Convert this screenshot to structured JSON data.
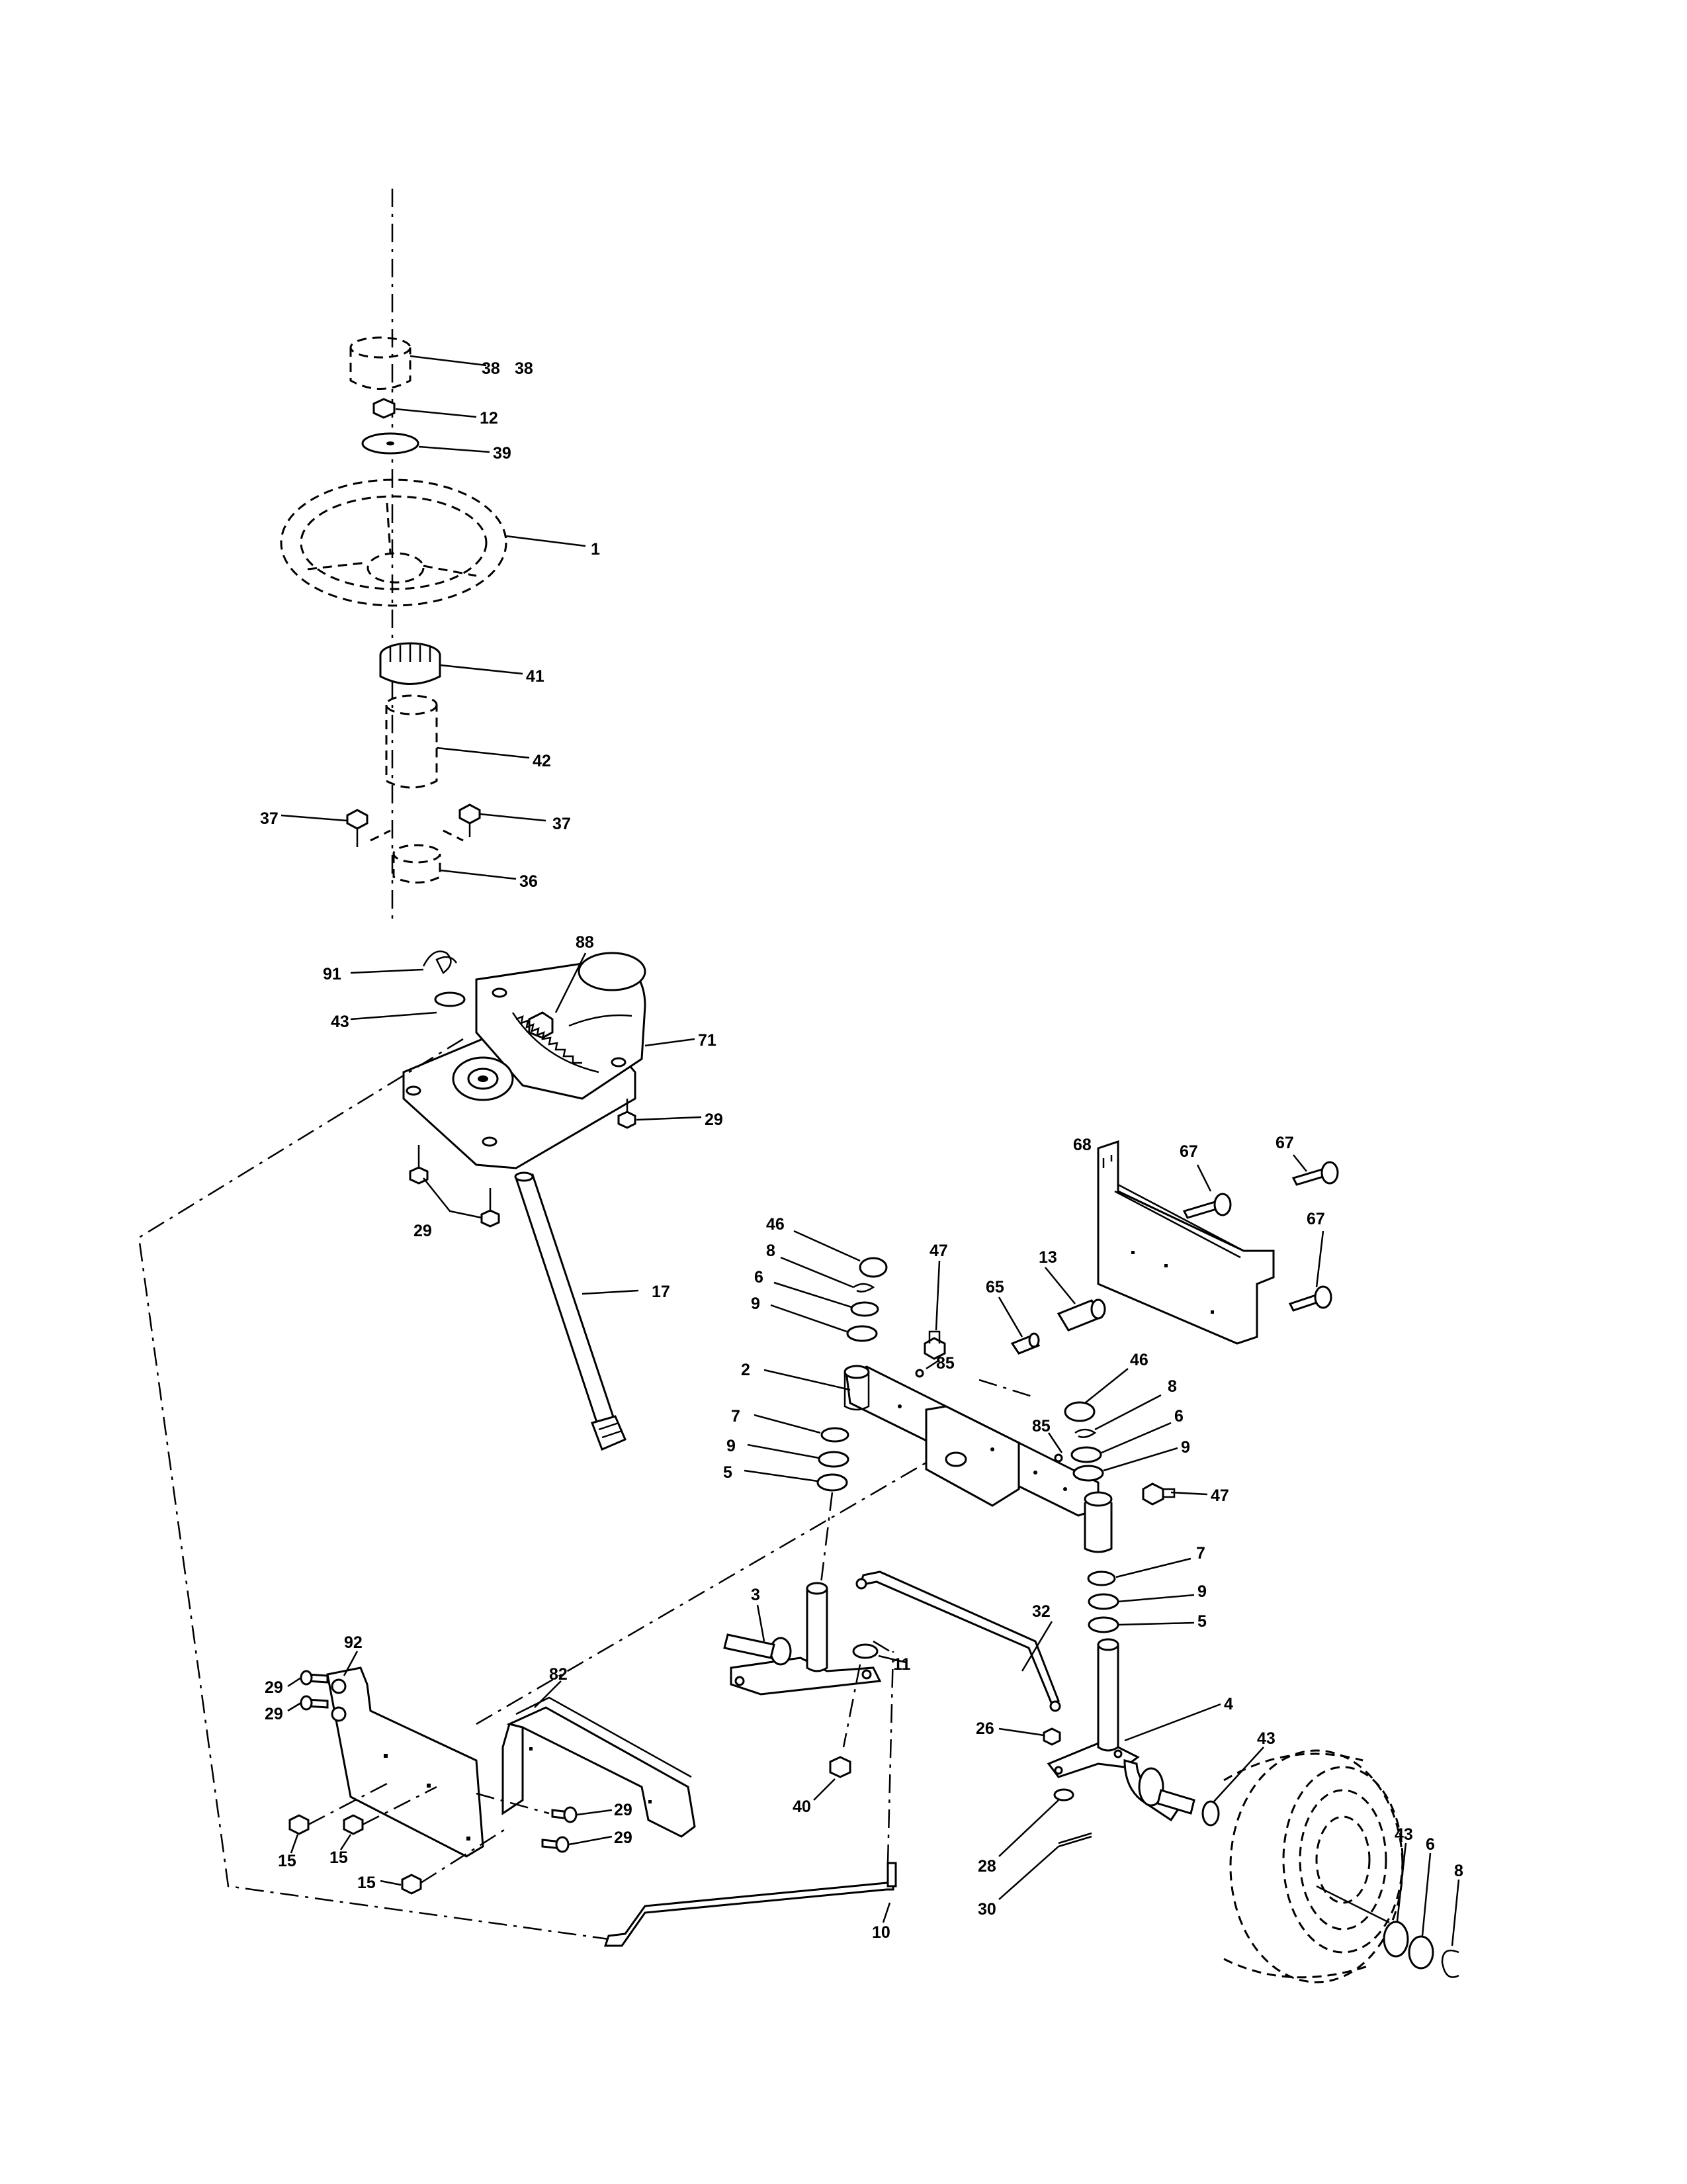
{
  "diagram": {
    "labels": [
      {
        "id": "l38a",
        "text": "38"
      },
      {
        "id": "l38b",
        "text": "38"
      },
      {
        "id": "l12",
        "text": "12"
      },
      {
        "id": "l39",
        "text": "39"
      },
      {
        "id": "l1",
        "text": "1"
      },
      {
        "id": "l41",
        "text": "41"
      },
      {
        "id": "l42",
        "text": "42"
      },
      {
        "id": "l37a",
        "text": "37"
      },
      {
        "id": "l37b",
        "text": "37"
      },
      {
        "id": "l36",
        "text": "36"
      },
      {
        "id": "l91",
        "text": "91"
      },
      {
        "id": "l88",
        "text": "88"
      },
      {
        "id": "l43a",
        "text": "43"
      },
      {
        "id": "l71",
        "text": "71"
      },
      {
        "id": "l29a",
        "text": "29"
      },
      {
        "id": "l29b",
        "text": "29"
      },
      {
        "id": "l17",
        "text": "17"
      },
      {
        "id": "l68",
        "text": "68"
      },
      {
        "id": "l67a",
        "text": "67"
      },
      {
        "id": "l67b",
        "text": "67"
      },
      {
        "id": "l67c",
        "text": "67"
      },
      {
        "id": "l46a",
        "text": "46"
      },
      {
        "id": "l8a",
        "text": "8"
      },
      {
        "id": "l6a",
        "text": "6"
      },
      {
        "id": "l9a",
        "text": "9"
      },
      {
        "id": "l47a",
        "text": "47"
      },
      {
        "id": "l13",
        "text": "13"
      },
      {
        "id": "l65",
        "text": "65"
      },
      {
        "id": "l2",
        "text": "2"
      },
      {
        "id": "l85a",
        "text": "85"
      },
      {
        "id": "l46b",
        "text": "46"
      },
      {
        "id": "l8b",
        "text": "8"
      },
      {
        "id": "l85b",
        "text": "85"
      },
      {
        "id": "l6b",
        "text": "6"
      },
      {
        "id": "l7a",
        "text": "7"
      },
      {
        "id": "l9b",
        "text": "9"
      },
      {
        "id": "l9c",
        "text": "9"
      },
      {
        "id": "l5a",
        "text": "5"
      },
      {
        "id": "l47b",
        "text": "47"
      },
      {
        "id": "l7b",
        "text": "7"
      },
      {
        "id": "l9d",
        "text": "9"
      },
      {
        "id": "l5b",
        "text": "5"
      },
      {
        "id": "l3",
        "text": "3"
      },
      {
        "id": "l32",
        "text": "32"
      },
      {
        "id": "l11",
        "text": "11"
      },
      {
        "id": "l92",
        "text": "92"
      },
      {
        "id": "l29c",
        "text": "29"
      },
      {
        "id": "l29d",
        "text": "29"
      },
      {
        "id": "l82",
        "text": "82"
      },
      {
        "id": "l4",
        "text": "4"
      },
      {
        "id": "l26",
        "text": "26"
      },
      {
        "id": "l43b",
        "text": "43"
      },
      {
        "id": "l40",
        "text": "40"
      },
      {
        "id": "l29e",
        "text": "29"
      },
      {
        "id": "l29f",
        "text": "29"
      },
      {
        "id": "l43c",
        "text": "43"
      },
      {
        "id": "l6c",
        "text": "6"
      },
      {
        "id": "l8c",
        "text": "8"
      },
      {
        "id": "l15a",
        "text": "15"
      },
      {
        "id": "l15b",
        "text": "15"
      },
      {
        "id": "l28",
        "text": "28"
      },
      {
        "id": "l15c",
        "text": "15"
      },
      {
        "id": "l30",
        "text": "30"
      },
      {
        "id": "l10",
        "text": "10"
      }
    ]
  },
  "icons": {
    "steering-wheel": "steering-wheel-icon",
    "steering-gear": "steering-gear-icon",
    "wheel": "wheel-icon"
  }
}
